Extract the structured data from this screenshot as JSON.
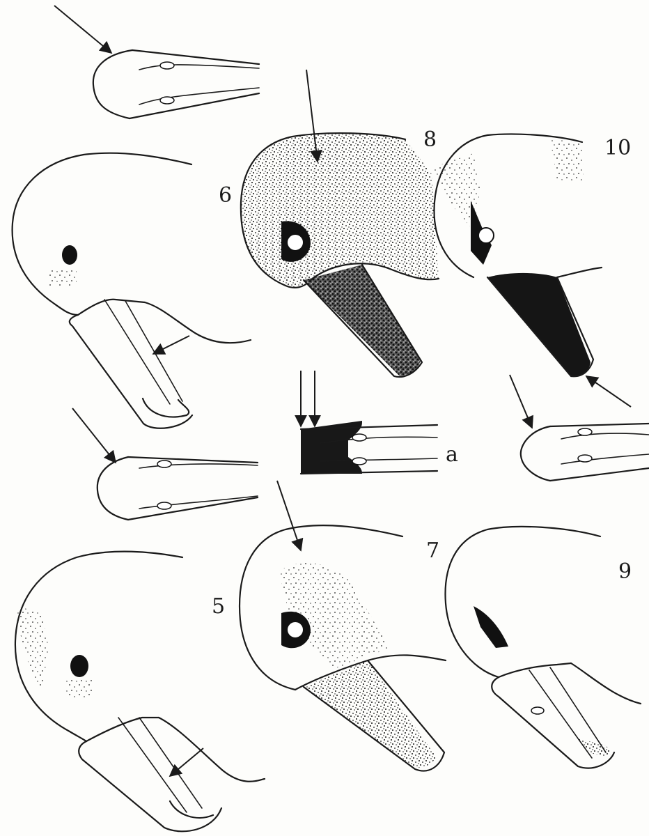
{
  "plate": {
    "labels": {
      "fig5": "5",
      "fig6": "6",
      "fig7": "7",
      "fig8": "8",
      "fig9": "9",
      "fig10": "10",
      "figa": "a"
    }
  },
  "colors": {
    "ink": "#1a1a1a",
    "paper": "#fdfdfb"
  }
}
